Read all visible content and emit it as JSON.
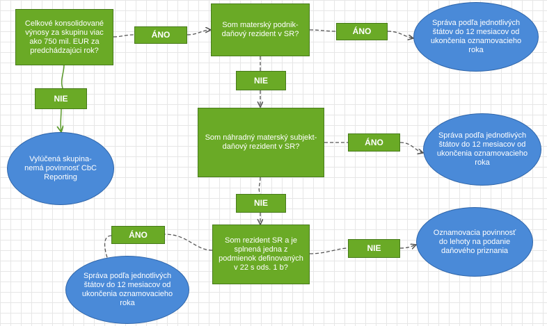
{
  "diagram": {
    "q1": "Celkové konsolidované výnosy za skupinu viac ako 750 mil. EUR za predchádzajúci rok?",
    "q2": "Som materský podnik- daňový rezident v SR?",
    "q3": "Som náhradný materský subjekt- daňový rezident v SR?",
    "q4": "Som rezident SR a je splnená jedna z podmienok definovaných v 22 s ods. 1 b?",
    "ano_1": "ÁNO",
    "ano_2": "ÁNO",
    "ano_3": "ÁNO",
    "ano_4": "ÁNO",
    "nie_1": "NIE",
    "nie_2": "NIE",
    "nie_3": "NIE",
    "nie_4": "NIE",
    "excluded": "Vylúčená skupina- nemá povinnosť CbC Reporting",
    "report_1": "Správa podľa jednotlivých štátov do 12 mesiacov od ukončenia oznamovacieho roka",
    "report_2": "Správa podľa jednotlivých štátov do 12 mesiacov od ukončenia oznamovacieho roka",
    "report_3": "Správa podľa jednotlivých štátov do 12 mesiacov od ukončenia oznamovacieho roka",
    "notify": "Oznamovacia povinnosť do lehoty na podanie daňového priznania"
  },
  "colors": {
    "decision_fill": "#6aaa26",
    "decision_border": "#467a1a",
    "outcome_fill": "#4a8ad8",
    "outcome_border": "#2e64a8",
    "connector": "#555555",
    "connector_green": "#5a9a2a",
    "grid": "#e6e6e6"
  }
}
